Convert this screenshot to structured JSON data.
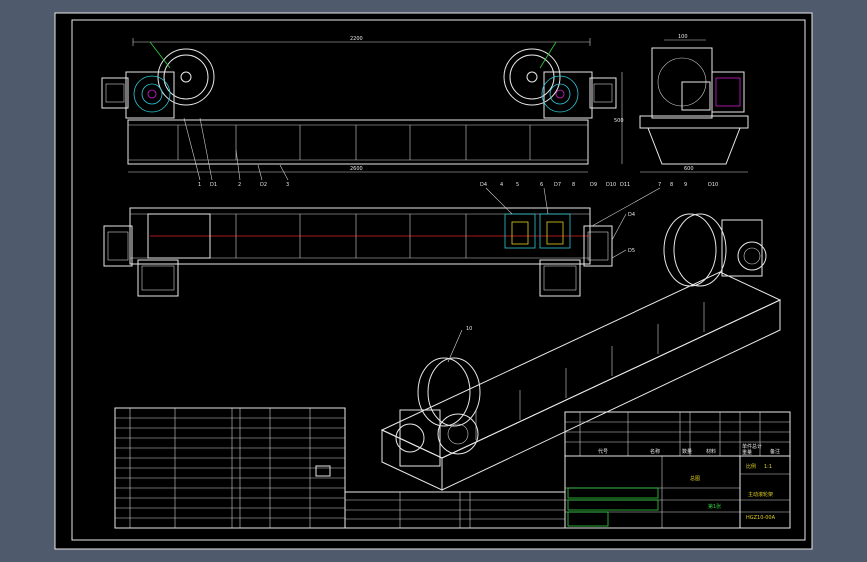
{
  "drawing": {
    "background": "#4f5a6c",
    "sheet_color": "#000000",
    "line_color": "#e8e8e8",
    "accent_colors": {
      "cyan": "#2fc9d8",
      "green": "#32d040",
      "red": "#e02020",
      "yellow": "#e0d020",
      "magenta": "#d020d0"
    }
  },
  "dimensions": {
    "top_span": "2200",
    "bottom_span": "2600",
    "height_right": "500",
    "side_top": "100",
    "side_bottom": "600"
  },
  "callouts_front": [
    "1",
    "D1",
    "2",
    "D2",
    "3"
  ],
  "callouts_plan": [
    "D4",
    "4",
    "5",
    "6",
    "D7",
    "8",
    "D9",
    "D10",
    "D11",
    "7",
    "8",
    "9",
    "D10"
  ],
  "callouts_right": [
    "D4",
    "D5"
  ],
  "callout_iso": "10",
  "title_block": {
    "header": {
      "code": "代号",
      "name": "名称",
      "qty": "数量",
      "material": "材料",
      "single": "单件",
      "total": "总计",
      "weight": "重量",
      "remark": "备注"
    },
    "main_title": "总图",
    "product_name": "主动滚轮架",
    "drawing_no": "HGZ10-00A",
    "scale_label": "比例",
    "scale": "1:1",
    "sheet": "第1张"
  }
}
